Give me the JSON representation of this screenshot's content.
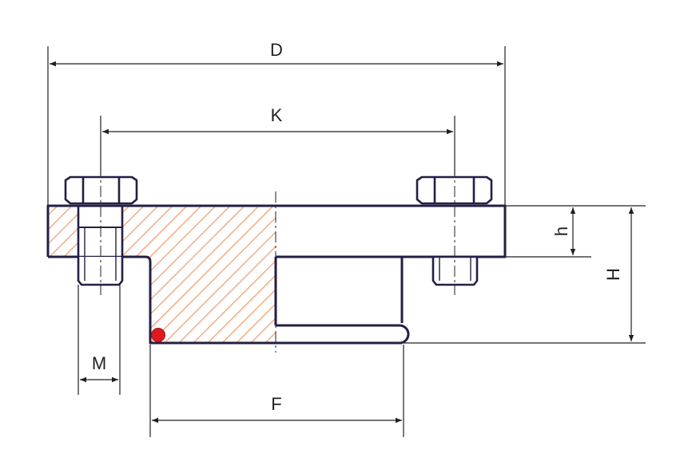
{
  "diagram": {
    "type": "flange technical drawing",
    "colors": {
      "outline": "#231f44",
      "dimension_line": "#231f20",
      "hatch": "#f0a070",
      "seal_dot": "#e0191f",
      "background": "#ffffff"
    },
    "labels": {
      "D": "D",
      "K": "K",
      "h": "h",
      "H": "H",
      "M": "M",
      "F": "F"
    }
  }
}
